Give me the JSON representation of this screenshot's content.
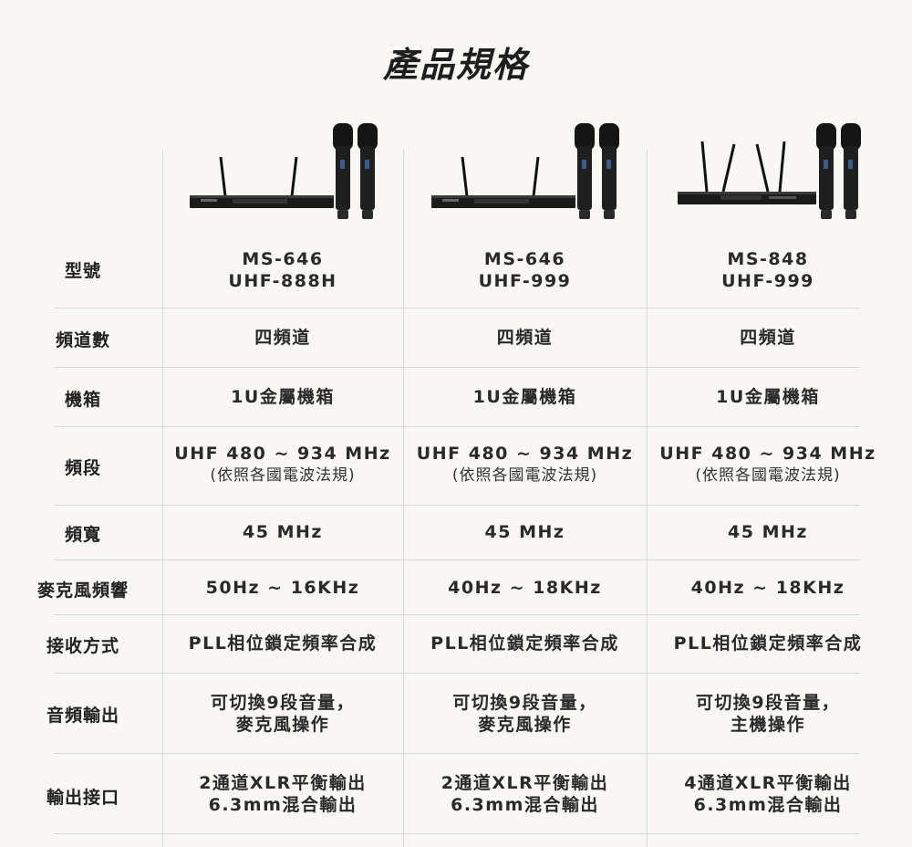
{
  "title": "產品規格",
  "labels": {
    "model": "型號",
    "channels": "頻道數",
    "chassis": "機箱",
    "band": "頻段",
    "bandwidth": "頻寬",
    "mic_response": "麥克風頻響",
    "receive_mode": "接收方式",
    "audio_out": "音頻輸出",
    "output_port": "輸出接口"
  },
  "products": [
    {
      "model_1": "MS-646",
      "model_2": "UHF-888H",
      "channels": "四頻道",
      "chassis": "1U金屬機箱",
      "band_1": "UHF 480 ~ 934 MHz",
      "band_2": "(依照各國電波法規)",
      "bandwidth": "45 MHz",
      "mic_response": "50Hz ~ 16KHz",
      "receive_mode": "PLL相位鎖定頻率合成",
      "audio_out_1": "可切換9段音量，",
      "audio_out_2": "麥克風操作",
      "output_1": "2通道XLR平衡輸出",
      "output_2": "6.3mm混合輸出"
    },
    {
      "model_1": "MS-646",
      "model_2": "UHF-999",
      "channels": "四頻道",
      "chassis": "1U金屬機箱",
      "band_1": "UHF 480 ~ 934 MHz",
      "band_2": "(依照各國電波法規)",
      "bandwidth": "45 MHz",
      "mic_response": "40Hz ~ 18KHz",
      "receive_mode": "PLL相位鎖定頻率合成",
      "audio_out_1": "可切換9段音量，",
      "audio_out_2": "麥克風操作",
      "output_1": "2通道XLR平衡輸出",
      "output_2": "6.3mm混合輸出"
    },
    {
      "model_1": "MS-848",
      "model_2": "UHF-999",
      "channels": "四頻道",
      "chassis": "1U金屬機箱",
      "band_1": "UHF 480 ~ 934 MHz",
      "band_2": "(依照各國電波法規)",
      "bandwidth": "45 MHz",
      "mic_response": "40Hz ~ 18KHz",
      "receive_mode": "PLL相位鎖定頻率合成",
      "audio_out_1": "可切換9段音量，",
      "audio_out_2": "主機操作",
      "output_1": "4通道XLR平衡輸出",
      "output_2": "6.3mm混合輸出"
    }
  ]
}
